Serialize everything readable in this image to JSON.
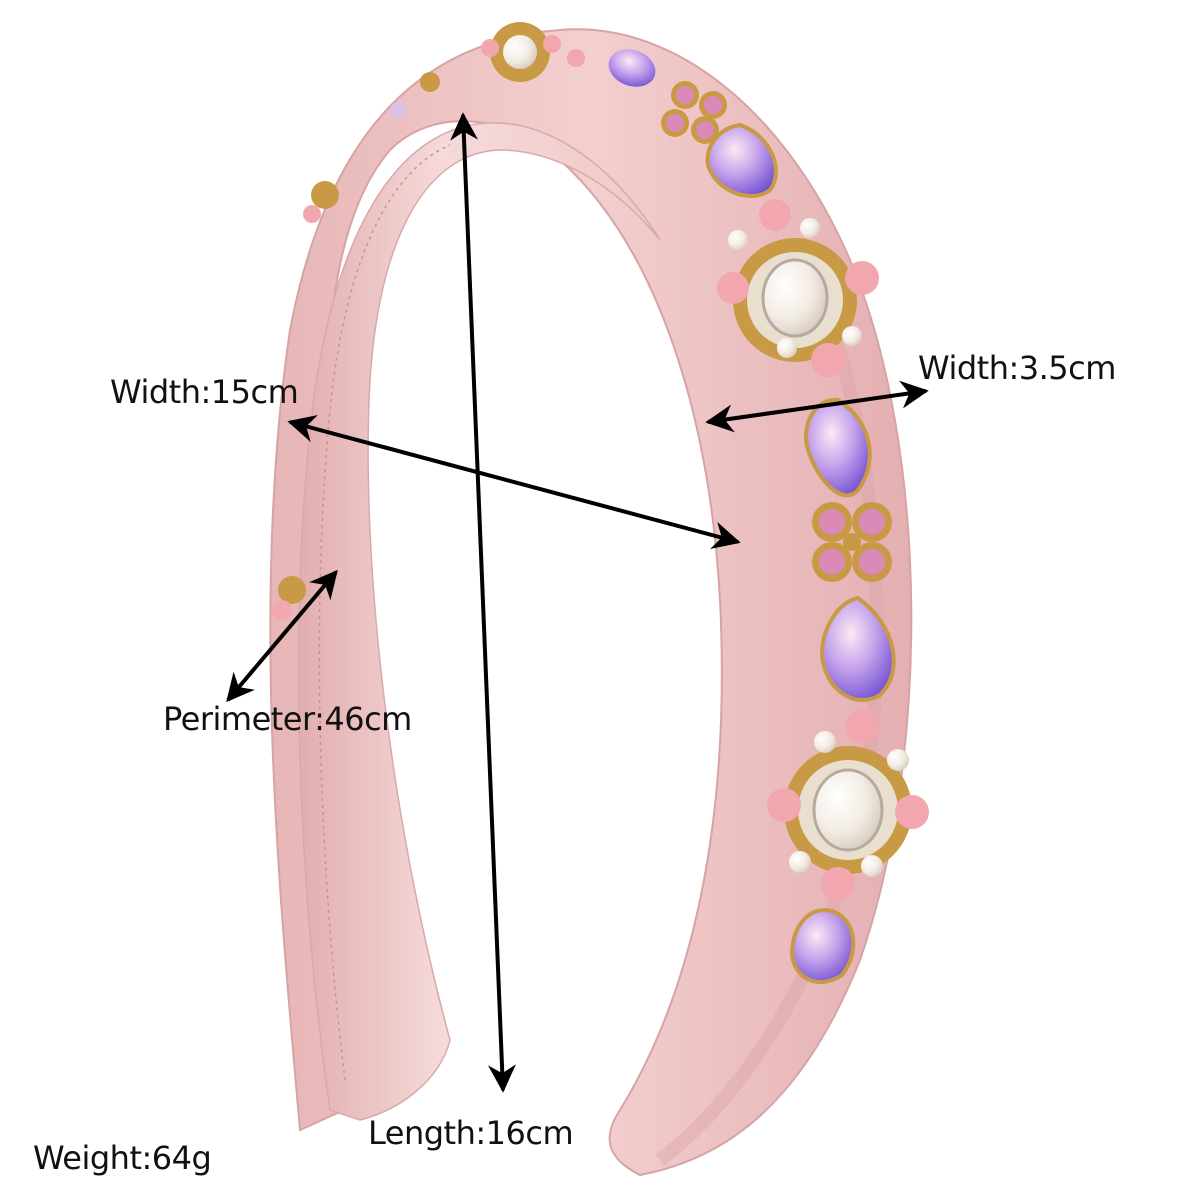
{
  "image": {
    "subject": "pink satin padded headband with jeweled embellishments",
    "colors": {
      "band_pink": "#edc1c2",
      "band_shadow": "#d9a6a8",
      "inner_pink": "#f3d2d1",
      "gold": "#c99a45",
      "pearl": "#f7f1ea",
      "rose": "#f1a7ad",
      "crystal_violet": "#9a7be0",
      "crystal_pink": "#d98ab6",
      "arrow": "#000000"
    }
  },
  "measurements": {
    "width_outer": "Width:15cm",
    "width_band": "Width:3.5cm",
    "perimeter": "Perimeter:46cm",
    "length": "Length:16cm",
    "weight": "Weight:64g"
  }
}
